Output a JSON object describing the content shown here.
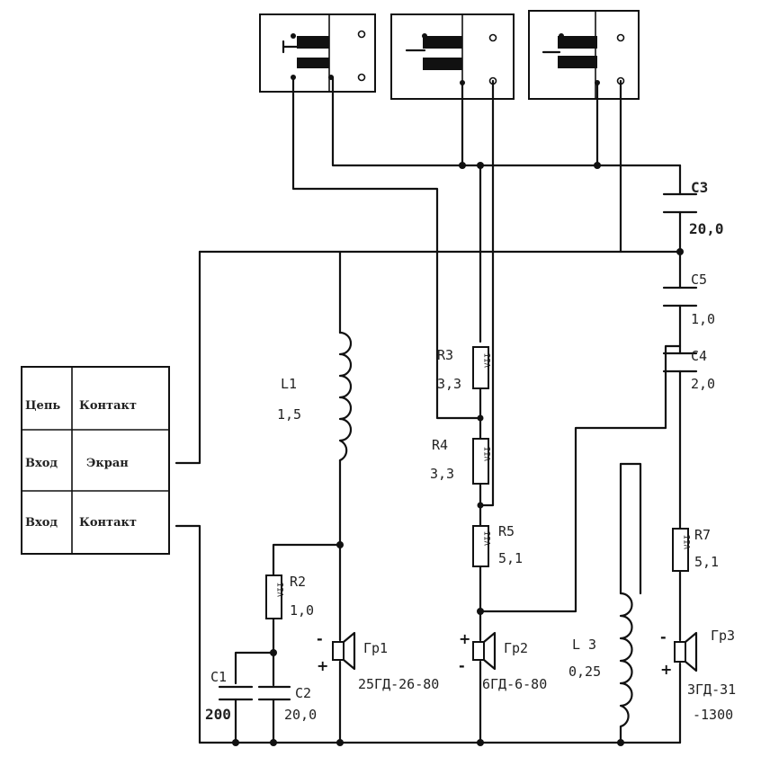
{
  "table": {
    "rows": [
      {
        "left": "Цепь",
        "right": "Контакт"
      },
      {
        "left": "Вход",
        "right": "Экран"
      },
      {
        "left": "Вход",
        "right": "Контакт"
      }
    ]
  },
  "components": {
    "c3": {
      "name": "С3",
      "value": "20,0"
    },
    "c5": {
      "name": "С5",
      "value": "1,0"
    },
    "c4": {
      "name": "С4",
      "value": "2,0"
    },
    "l1": {
      "name": "L1",
      "value": "1,5"
    },
    "l3": {
      "name": "L 3",
      "value": "0,25"
    },
    "r3": {
      "name": "R3",
      "value": "3,3"
    },
    "r4": {
      "name": "R4",
      "value": "3,3"
    },
    "r5": {
      "name": "R5",
      "value": "5,1"
    },
    "r7": {
      "name": "R7",
      "value": "5,1"
    },
    "r2": {
      "name": "R2",
      "value": "1,0"
    },
    "c1": {
      "name": "С1",
      "value": "200"
    },
    "c2": {
      "name": "С2",
      "value": "20,0"
    },
    "gr1": {
      "name": "Гр1",
      "model": "25ГД-26-80"
    },
    "gr2": {
      "name": "Гр2",
      "model": "6ГД-6-80"
    },
    "gr3": {
      "name": "Гр3",
      "model_line1": "3ГД-31",
      "model_line2": "-1300"
    }
  },
  "resistor_mark": "VII",
  "polarity": {
    "plus": "+",
    "minus": "-"
  }
}
